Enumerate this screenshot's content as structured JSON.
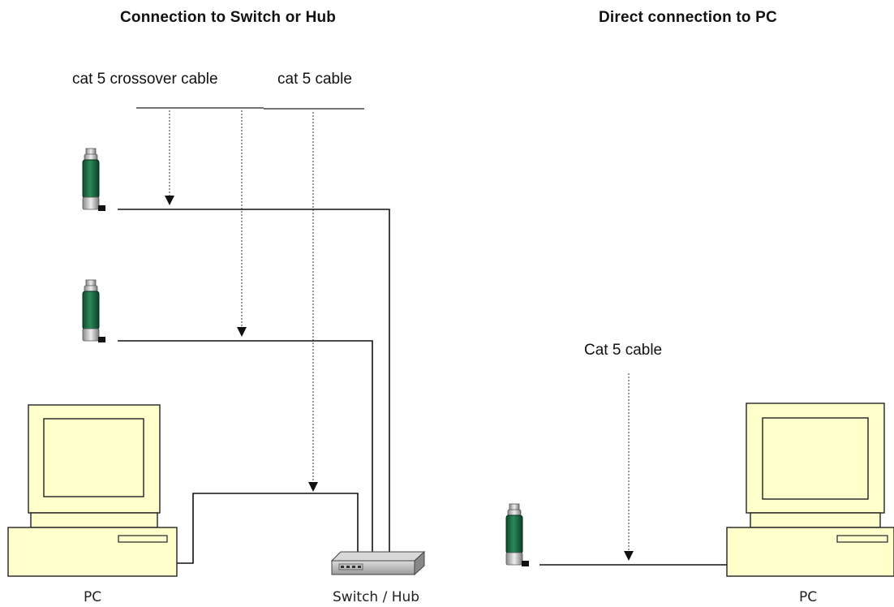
{
  "headings": {
    "left": "Connection to Switch or Hub",
    "right": "Direct connection to PC"
  },
  "cable_labels": {
    "crossover": "cat 5 crossover cable",
    "cat5_left": "cat 5 cable",
    "cat5_right": "Cat 5 cable"
  },
  "device_labels": {
    "pc_left": "PC",
    "switch": "Switch / Hub",
    "pc_right": "PC"
  },
  "colors": {
    "monitor_beige": "#ffffcc",
    "sensor_green": "#1e6b45",
    "sensor_silver": "#c8c8c8",
    "switch_gray": "#a8a8a8"
  },
  "icons": [
    "monitor-pc-icon",
    "sensor-device-icon",
    "network-switch-icon",
    "arrowhead-icon"
  ]
}
